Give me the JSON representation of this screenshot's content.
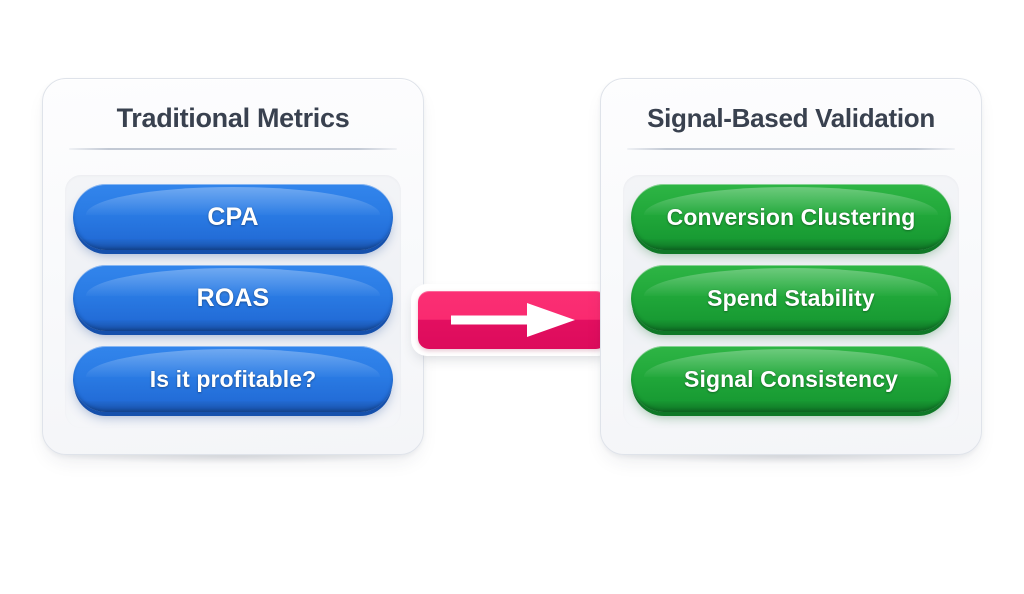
{
  "background_color": "#ffffff",
  "panels": [
    {
      "id": "traditional",
      "title": "Traditional Metrics",
      "accent_color": "#2a7be4",
      "items": [
        {
          "label": "CPA"
        },
        {
          "label": "ROAS"
        },
        {
          "label": "Is it profitable?"
        }
      ]
    },
    {
      "id": "signal-based",
      "title": "Signal-Based Validation",
      "accent_color": "#21a83a",
      "items": [
        {
          "label": "Conversion Clustering"
        },
        {
          "label": "Spend Stability"
        },
        {
          "label": "Signal Consistency"
        }
      ]
    }
  ],
  "connector": {
    "icon": "right-arrow-icon",
    "color": "#fa2a70",
    "arrow_color": "#ffffff",
    "direction": "right"
  },
  "title_color": "#39414f",
  "divider_color": "#bfc6d2"
}
